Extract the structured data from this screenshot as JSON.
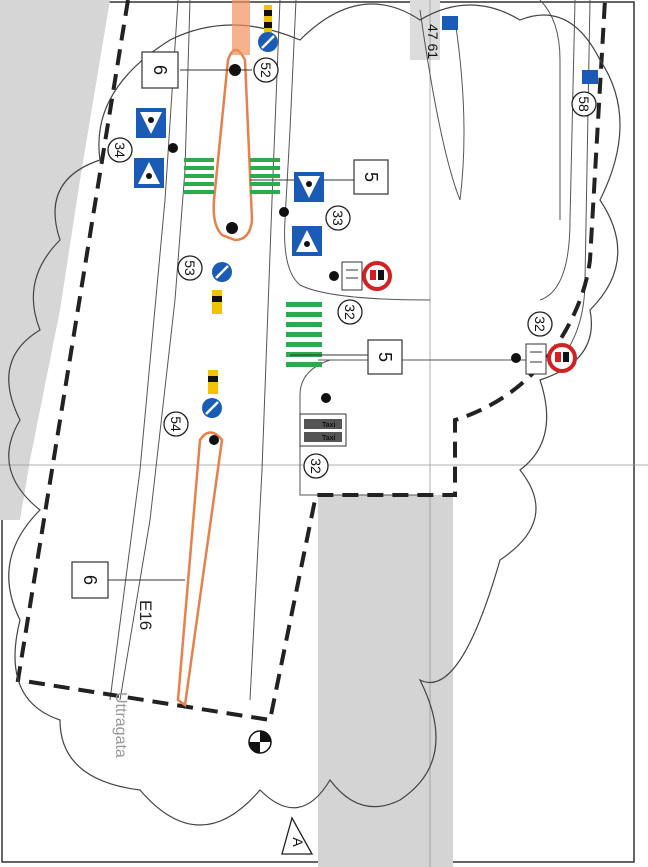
{
  "sheet": {
    "road_name": "E16",
    "street_name": "Uttragata",
    "view_marker": "A",
    "edge_text": "47 61"
  },
  "signs": [
    {
      "id": "52",
      "kind": "keep-right"
    },
    {
      "id": "53",
      "kind": "keep-right"
    },
    {
      "id": "54",
      "kind": "keep-right"
    },
    {
      "id": "34",
      "kind": "pedestrian-crossing"
    },
    {
      "id": "33",
      "kind": "pedestrian-crossing"
    },
    {
      "id": "32",
      "kind": "no-overtaking",
      "instances": 3
    },
    {
      "id": "58",
      "kind": "info"
    }
  ],
  "markings": [
    {
      "code": "5",
      "kind": "crosswalk"
    },
    {
      "code": "5",
      "kind": "crosswalk"
    },
    {
      "code": "6",
      "kind": "island"
    },
    {
      "code": "6",
      "kind": "island"
    }
  ],
  "supplementary_plate": {
    "line1": "Taxi",
    "line2": "Taxi"
  },
  "colors": {
    "building_grey": "#d4d4d4",
    "crosswalk_green": "#2eaa4e",
    "island_orange": "#e8804a",
    "sign_blue": "#1a5bb5",
    "sign_red": "#d42020",
    "hazard_yellow": "#f2c200",
    "frame_dash": "#222222"
  }
}
